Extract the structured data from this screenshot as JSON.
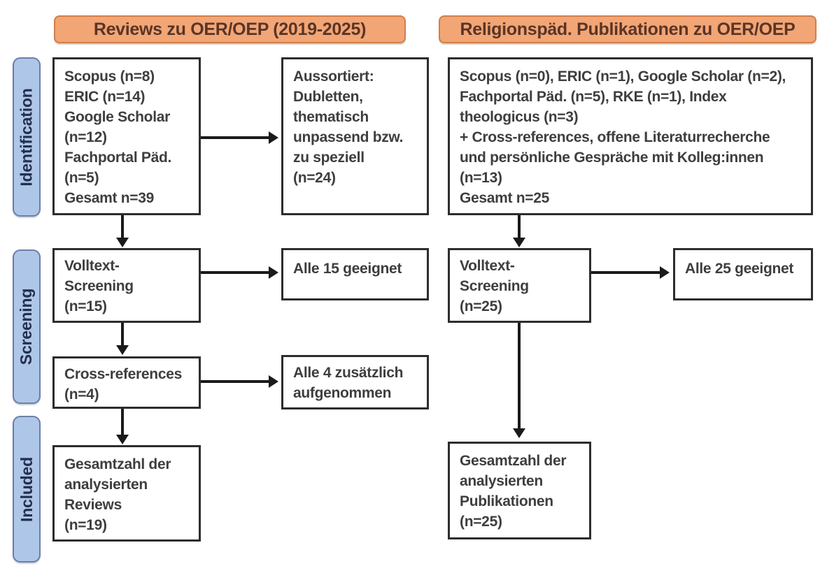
{
  "headers": {
    "left": "Reviews zu OER/OEP (2019-2025)",
    "right": "Religionspäd. Publikationen zu OER/OEP"
  },
  "stages": {
    "identification": "Identification",
    "screening": "Screening",
    "included": "Included"
  },
  "left_column": {
    "sources": "Scopus (n=8)\nERIC (n=14)\nGoogle Scholar\n(n=12)\nFachportal Päd.\n(n=5)\nGesamt n=39",
    "excluded": "Aussortiert:\nDubletten,\nthematisch\nunpassend bzw.\nzu speziell\n(n=24)",
    "fulltext_screening": "Volltext-\nScreening\n(n=15)",
    "fulltext_result": "Alle 15 geeignet",
    "cross_references": "Cross-references\n(n=4)",
    "cross_references_result": "Alle 4 zusätzlich\naufgenommen",
    "included_total": "Gesamtzahl der\nanalysierten\nReviews\n(n=19)"
  },
  "right_column": {
    "sources": "Scopus (n=0), ERIC (n=1), Google Scholar (n=2),\nFachportal Päd. (n=5), RKE (n=1), Index\ntheologicus (n=3)\n+ Cross-references, offene Literaturrecherche\nund persönliche Gespräche mit Kolleg:innen\n(n=13)\nGesamt n=25",
    "fulltext_screening": "Volltext-\nScreening\n(n=25)",
    "fulltext_result": "Alle 25 geeignet",
    "included_total": "Gesamtzahl der\nanalysierten\nPublikationen\n(n=25)"
  },
  "colors": {
    "header_fill": "#f2a575",
    "header_border": "#d07f4b",
    "header_text": "#5a3526",
    "stage_fill": "#aec6e8",
    "stage_border": "#6d7fa8",
    "stage_text": "#232f4e",
    "box_border": "#2d2d2d",
    "box_text": "#3e3e3e",
    "arrow": "#1a1a1a",
    "bg": "#ffffff"
  }
}
